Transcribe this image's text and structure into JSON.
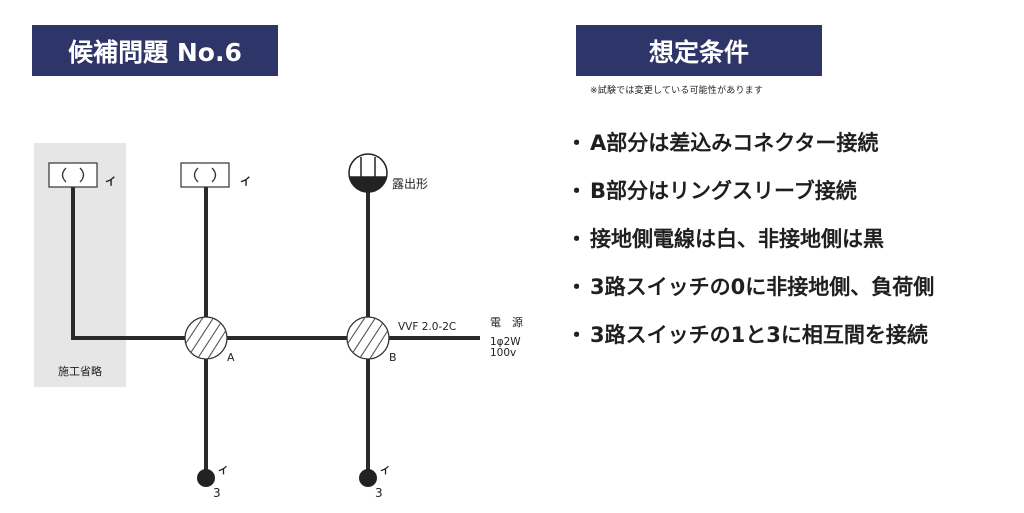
{
  "title": "候補問題 No.6",
  "conditions": {
    "heading": "想定条件",
    "note": "※試験では変更している可能性があります",
    "bullet": "・",
    "items": [
      "A部分は差込みコネクター接続",
      "B部分はリングスリーブ接続",
      "接地側電線は白、非接地側は黒",
      "3路スイッチの0に非接地側、負荷側",
      "3路スイッチの1と3に相互間を接続"
    ]
  },
  "diagram": {
    "omitted_label": "施工省略",
    "lamp_label_1": "イ",
    "lamp_label_2": "イ",
    "outlet_label": "露出形",
    "box_a_label": "A",
    "box_b_label": "B",
    "cable_label": "VVF 2.0-2C",
    "power_label": "電　源",
    "power_spec_1": "1φ2W",
    "power_spec_2": "100v",
    "switch_a_label": "イ",
    "switch_a_sub": "3",
    "switch_b_label": "イ",
    "switch_b_sub": "3"
  }
}
